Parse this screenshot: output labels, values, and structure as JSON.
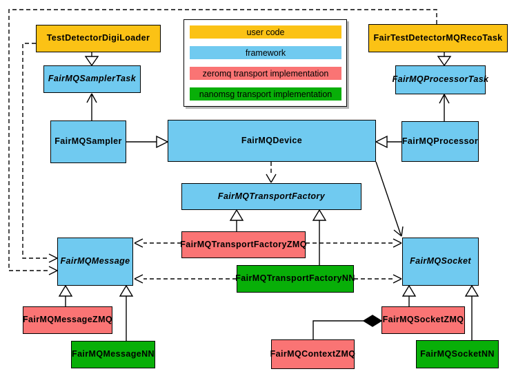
{
  "diagram": {
    "kind": "uml-class-diagram",
    "colors": {
      "user_code": "#FBC215",
      "framework": "#70CAF0",
      "zeromq": "#FA7474",
      "nanomsg": "#08AF08",
      "border": "#000000",
      "background": "#FFFFFF"
    },
    "legend": {
      "items": [
        {
          "label": "user code",
          "category": "user_code"
        },
        {
          "label": "framework",
          "category": "framework"
        },
        {
          "label": "zeromq transport implementation",
          "category": "zeromq"
        },
        {
          "label": "nanomsg transport implementation",
          "category": "nanomsg"
        }
      ]
    },
    "nodes": {
      "testDetectorDigiLoader": {
        "label": "TestDetectorDigiLoader",
        "category": "user_code",
        "abstract": false
      },
      "fairTestDetectorMQRecoTask": {
        "label": "FairTestDetectorMQRecoTask",
        "category": "user_code",
        "abstract": false
      },
      "fairMQSamplerTask": {
        "label": "FairMQSamplerTask",
        "category": "framework",
        "abstract": true
      },
      "fairMQProcessorTask": {
        "label": "FairMQProcessorTask",
        "category": "framework",
        "abstract": true
      },
      "fairMQSampler": {
        "label": "FairMQSampler",
        "category": "framework",
        "abstract": false
      },
      "fairMQDevice": {
        "label": "FairMQDevice",
        "category": "framework",
        "abstract": false
      },
      "fairMQProcessor": {
        "label": "FairMQProcessor",
        "category": "framework",
        "abstract": false
      },
      "fairMQTransportFactory": {
        "label": "FairMQTransportFactory",
        "category": "framework",
        "abstract": true
      },
      "fairMQTransportFactoryZMQ": {
        "label": "FairMQTransportFactoryZMQ",
        "category": "zeromq",
        "abstract": false
      },
      "fairMQTransportFactoryNN": {
        "label": "FairMQTransportFactoryNN",
        "category": "nanomsg",
        "abstract": false
      },
      "fairMQMessage": {
        "label": "FairMQMessage",
        "category": "framework",
        "abstract": true
      },
      "fairMQSocket": {
        "label": "FairMQSocket",
        "category": "framework",
        "abstract": true
      },
      "fairMQMessageZMQ": {
        "label": "FairMQMessageZMQ",
        "category": "zeromq",
        "abstract": false
      },
      "fairMQMessageNN": {
        "label": "FairMQMessageNN",
        "category": "nanomsg",
        "abstract": false
      },
      "fairMQSocketZMQ": {
        "label": "FairMQSocketZMQ",
        "category": "zeromq",
        "abstract": false
      },
      "fairMQSocketNN": {
        "label": "FairMQSocketNN",
        "category": "nanomsg",
        "abstract": false
      },
      "fairMQContextZMQ": {
        "label": "FairMQContextZMQ",
        "category": "zeromq",
        "abstract": false
      }
    },
    "relationships": [
      {
        "from": "TestDetectorDigiLoader",
        "to": "FairMQSamplerTask",
        "type": "inheritance"
      },
      {
        "from": "FairTestDetectorMQRecoTask",
        "to": "FairMQProcessorTask",
        "type": "inheritance"
      },
      {
        "from": "FairMQSampler",
        "to": "FairMQSamplerTask",
        "type": "association"
      },
      {
        "from": "FairMQProcessor",
        "to": "FairMQProcessorTask",
        "type": "association"
      },
      {
        "from": "FairMQSampler",
        "to": "FairMQDevice",
        "type": "inheritance"
      },
      {
        "from": "FairMQProcessor",
        "to": "FairMQDevice",
        "type": "inheritance"
      },
      {
        "from": "FairMQDevice",
        "to": "FairMQTransportFactory",
        "type": "dependency"
      },
      {
        "from": "FairMQDevice",
        "to": "FairMQSocket",
        "type": "association"
      },
      {
        "from": "TestDetectorDigiLoader",
        "to": "FairMQMessage",
        "type": "dependency"
      },
      {
        "from": "FairTestDetectorMQRecoTask",
        "to": "FairMQMessage",
        "type": "dependency"
      },
      {
        "from": "FairMQTransportFactoryZMQ",
        "to": "FairMQTransportFactory",
        "type": "inheritance"
      },
      {
        "from": "FairMQTransportFactoryNN",
        "to": "FairMQTransportFactory",
        "type": "inheritance"
      },
      {
        "from": "FairMQTransportFactoryZMQ",
        "to": "FairMQMessage",
        "type": "dependency"
      },
      {
        "from": "FairMQTransportFactoryZMQ",
        "to": "FairMQSocket",
        "type": "dependency"
      },
      {
        "from": "FairMQTransportFactoryNN",
        "to": "FairMQMessage",
        "type": "dependency"
      },
      {
        "from": "FairMQTransportFactoryNN",
        "to": "FairMQSocket",
        "type": "dependency"
      },
      {
        "from": "FairMQMessageZMQ",
        "to": "FairMQMessage",
        "type": "inheritance"
      },
      {
        "from": "FairMQMessageNN",
        "to": "FairMQMessage",
        "type": "inheritance"
      },
      {
        "from": "FairMQSocketZMQ",
        "to": "FairMQSocket",
        "type": "inheritance"
      },
      {
        "from": "FairMQSocketNN",
        "to": "FairMQSocket",
        "type": "inheritance"
      },
      {
        "from": "FairMQContextZMQ",
        "to": "FairMQSocketZMQ",
        "type": "composition"
      }
    ]
  }
}
